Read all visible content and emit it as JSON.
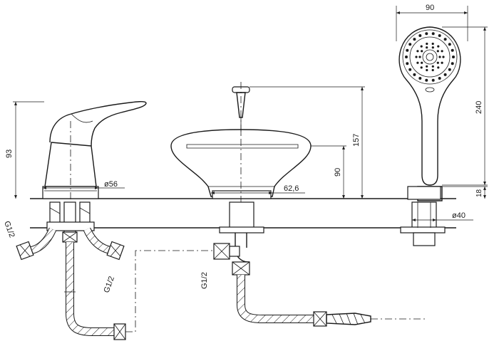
{
  "dimensions": {
    "mixer_height": "93",
    "mixer_base_diameter": "ø56",
    "spout_height": "157",
    "spout_body_height": "90",
    "spout_base_diameter": "62,6",
    "handshower_width": "90",
    "handshower_length": "240",
    "holder_height": "18",
    "holder_diameter": "ø40",
    "thread_left": "G1/2",
    "thread_right": "G1/2",
    "thread_spout": "G1/2"
  }
}
